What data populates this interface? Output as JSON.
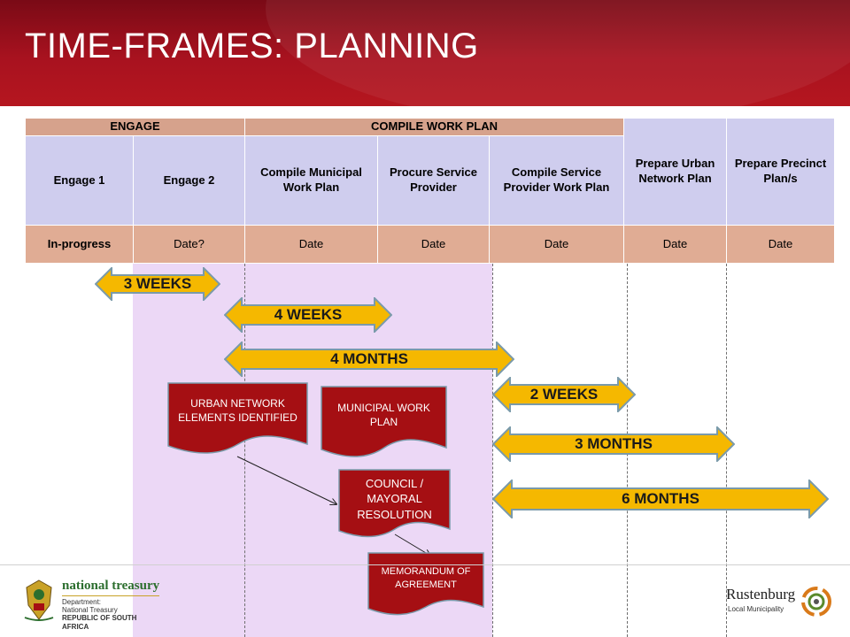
{
  "title": "TIME-FRAMES: PLANNING",
  "table": {
    "group_headers": {
      "engage": "ENGAGE",
      "compile": "COMPILE WORK PLAN"
    },
    "columns": [
      "Engage 1",
      "Engage 2",
      "Compile Municipal Work Plan",
      "Procure Service Provider",
      "Compile Service Provider Work Plan",
      "Prepare Urban Network Plan",
      "Prepare Precinct Plan/s"
    ],
    "status": [
      "In-progress",
      "Date?",
      "Date",
      "Date",
      "Date",
      "Date",
      "Date"
    ]
  },
  "arrows": [
    "3 WEEKS",
    "4 WEEKS",
    "4 MONTHS",
    "2 WEEKS",
    "3 MONTHS",
    "6 MONTHS"
  ],
  "documents": {
    "urban_network": "URBAN NETWORK ELEMENTS IDENTIFIED",
    "municipal_plan": "MUNICIPAL WORK PLAN",
    "council": "COUNCIL / MAYORAL RESOLUTION",
    "memorandum": "MEMORANDUM OF AGREEMENT"
  },
  "logos": {
    "treasury": {
      "name": "national treasury",
      "line1": "Department:",
      "line2": "National Treasury",
      "line3": "REPUBLIC OF SOUTH AFRICA"
    },
    "rustenburg": {
      "name": "Rustenburg",
      "sub": "Local Municipality"
    }
  },
  "colors": {
    "header_red": "#a8121f",
    "arrow_fill": "#f5b800",
    "arrow_stroke": "#7a9aaa",
    "doc_fill": "#a50f13",
    "table_tan": "#d6a28c",
    "table_lavender": "#cfcdee",
    "highlight": "#ecd8f6"
  }
}
